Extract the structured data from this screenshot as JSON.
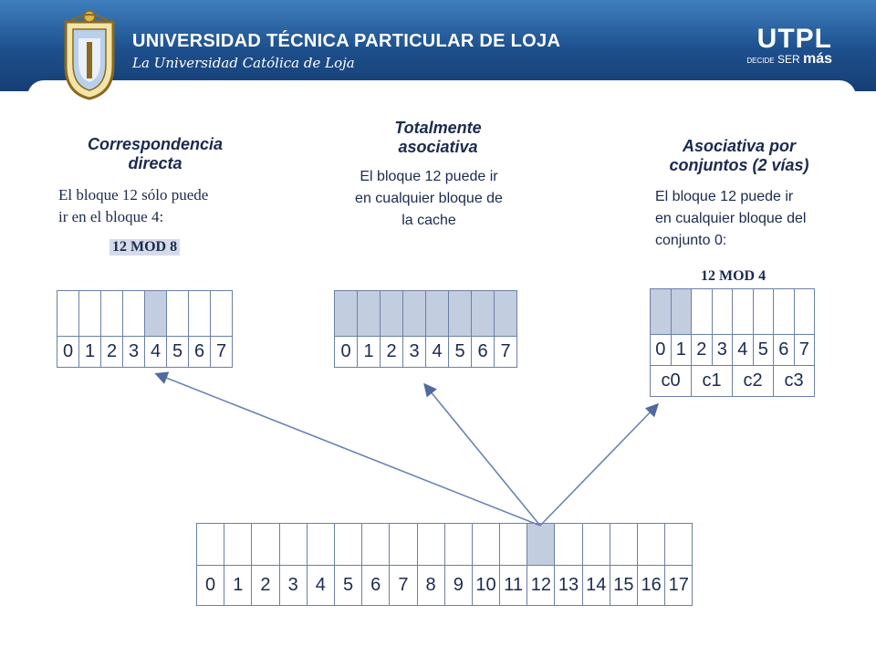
{
  "header": {
    "university": "UNIVERSIDAD TÉCNICA PARTICULAR DE LOJA",
    "subtitle": "La Universidad Católica de Loja",
    "brand": "UTPL",
    "tagline_prefix": "DECIDE",
    "tagline_mid": "SER",
    "tagline_strong": "más",
    "colors": {
      "banner": "#1d4f8c",
      "text": "#1a2a4f",
      "highlight": "#c3cde0"
    }
  },
  "sections": {
    "direct": {
      "heading_line1": "Correspondencia",
      "heading_line2": "directa",
      "desc_line1": "El bloque 12 sólo puede",
      "desc_line2": "ir en el bloque 4:",
      "formula": "12 MOD 8",
      "blocks": [
        "0",
        "1",
        "2",
        "3",
        "4",
        "5",
        "6",
        "7"
      ],
      "highlight": [
        4
      ]
    },
    "full": {
      "heading_line1": "Totalmente",
      "heading_line2": "asociativa",
      "desc_line1": "El bloque 12 puede ir",
      "desc_line2": "en cualquier bloque de",
      "desc_line3": "la cache",
      "blocks": [
        "0",
        "1",
        "2",
        "3",
        "4",
        "5",
        "6",
        "7"
      ],
      "highlight": [
        0,
        1,
        2,
        3,
        4,
        5,
        6,
        7
      ]
    },
    "set": {
      "heading_line1": "Asociativa por",
      "heading_line2": "conjuntos (2 vías)",
      "desc_line1": "El bloque 12 puede ir",
      "desc_line2": "en cualquier bloque del",
      "desc_line3": "conjunto 0:",
      "formula": "12 MOD 4",
      "blocks": [
        "0",
        "1",
        "2",
        "3",
        "4",
        "5",
        "6",
        "7"
      ],
      "sets": [
        "c0",
        "c1",
        "c2",
        "c3"
      ],
      "highlight": [
        0,
        1
      ]
    }
  },
  "memory": {
    "blocks": [
      "0",
      "1",
      "2",
      "3",
      "4",
      "5",
      "6",
      "7",
      "8",
      "9",
      "10",
      "11",
      "12",
      "13",
      "14",
      "15",
      "16",
      "17"
    ],
    "highlight": [
      12
    ]
  }
}
